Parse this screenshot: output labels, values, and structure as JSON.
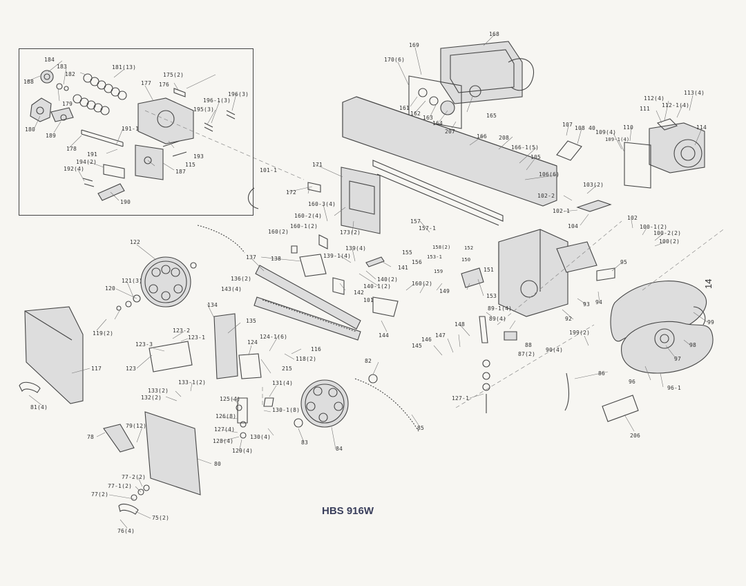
{
  "title": "HBS 916W",
  "page_number": "14",
  "parts": [
    {
      "id": "p184",
      "text": "184"
    },
    {
      "id": "p183",
      "text": "183"
    },
    {
      "id": "p182",
      "text": "182"
    },
    {
      "id": "p181",
      "text": "181(13)"
    },
    {
      "id": "p188",
      "text": "188"
    },
    {
      "id": "p179",
      "text": "179"
    },
    {
      "id": "p180",
      "text": "180"
    },
    {
      "id": "p189",
      "text": "189"
    },
    {
      "id": "p178",
      "text": "178"
    },
    {
      "id": "p177",
      "text": "177"
    },
    {
      "id": "p176",
      "text": "176"
    },
    {
      "id": "p175",
      "text": "175(2)"
    },
    {
      "id": "p196_1",
      "text": "196-1(3)"
    },
    {
      "id": "p196",
      "text": "196(3)"
    },
    {
      "id": "p195",
      "text": "195(3)"
    },
    {
      "id": "p191_1",
      "text": "191-1"
    },
    {
      "id": "p191",
      "text": "191"
    },
    {
      "id": "p193",
      "text": "193"
    },
    {
      "id": "p194",
      "text": "194(2)"
    },
    {
      "id": "p192",
      "text": "192(4)"
    },
    {
      "id": "p115",
      "text": "115"
    },
    {
      "id": "p187",
      "text": "187"
    },
    {
      "id": "p190",
      "text": "190"
    },
    {
      "id": "p168",
      "text": "168"
    },
    {
      "id": "p169",
      "text": "169"
    },
    {
      "id": "p170",
      "text": "170(6)"
    },
    {
      "id": "p161",
      "text": "161"
    },
    {
      "id": "p162",
      "text": "162"
    },
    {
      "id": "p163",
      "text": "163"
    },
    {
      "id": "p164",
      "text": "164"
    },
    {
      "id": "p165",
      "text": "165"
    },
    {
      "id": "p207",
      "text": "207"
    },
    {
      "id": "p166",
      "text": "166"
    },
    {
      "id": "p208",
      "text": "208"
    },
    {
      "id": "p166_1",
      "text": "166-1(5)"
    },
    {
      "id": "p105",
      "text": "105"
    },
    {
      "id": "p106",
      "text": "106(6)"
    },
    {
      "id": "p107",
      "text": "107"
    },
    {
      "id": "p108",
      "text": "108"
    },
    {
      "id": "p40",
      "text": "40"
    },
    {
      "id": "p109",
      "text": "109(4)"
    },
    {
      "id": "p109_1",
      "text": "109-1(4)"
    },
    {
      "id": "p110",
      "text": "110"
    },
    {
      "id": "p111",
      "text": "111"
    },
    {
      "id": "p112",
      "text": "112(4)"
    },
    {
      "id": "p112_1",
      "text": "112-1(4)"
    },
    {
      "id": "p113",
      "text": "113(4)"
    },
    {
      "id": "p114",
      "text": "114"
    },
    {
      "id": "p103",
      "text": "103(2)"
    },
    {
      "id": "p102_2",
      "text": "102-2"
    },
    {
      "id": "p102_1",
      "text": "102-1"
    },
    {
      "id": "p104",
      "text": "104"
    },
    {
      "id": "p102",
      "text": "102"
    },
    {
      "id": "p100_1",
      "text": "100-1(2)"
    },
    {
      "id": "p100_2",
      "text": "100-2(2)"
    },
    {
      "id": "p100",
      "text": "100(2)"
    },
    {
      "id": "p101_1",
      "text": "101-1"
    },
    {
      "id": "p171",
      "text": "171"
    },
    {
      "id": "p172",
      "text": "172"
    },
    {
      "id": "p160_3",
      "text": "160-3(4)"
    },
    {
      "id": "p160_2",
      "text": "160-2(4)"
    },
    {
      "id": "p160_1",
      "text": "160-1(2)"
    },
    {
      "id": "p160",
      "text": "160(2)"
    },
    {
      "id": "p173",
      "text": "173(2)"
    },
    {
      "id": "p157",
      "text": "157"
    },
    {
      "id": "p157_1",
      "text": "157-1"
    },
    {
      "id": "p158",
      "text": "158(2)"
    },
    {
      "id": "p152",
      "text": "152"
    },
    {
      "id": "p155",
      "text": "155"
    },
    {
      "id": "p156",
      "text": "156"
    },
    {
      "id": "p153_1",
      "text": "153-1"
    },
    {
      "id": "p150",
      "text": "150"
    },
    {
      "id": "p159",
      "text": "159"
    },
    {
      "id": "p151",
      "text": "151"
    },
    {
      "id": "p149",
      "text": "149"
    },
    {
      "id": "p153",
      "text": "153"
    },
    {
      "id": "p89_1",
      "text": "89-1(4)"
    },
    {
      "id": "p89",
      "text": "89(4)"
    },
    {
      "id": "p92",
      "text": "92"
    },
    {
      "id": "p93",
      "text": "93"
    },
    {
      "id": "p94",
      "text": "94"
    },
    {
      "id": "p95",
      "text": "95"
    },
    {
      "id": "p99",
      "text": "99"
    },
    {
      "id": "p98",
      "text": "98"
    },
    {
      "id": "p97",
      "text": "97"
    },
    {
      "id": "p96",
      "text": "96"
    },
    {
      "id": "p96_1",
      "text": "96-1"
    },
    {
      "id": "p199",
      "text": "199(2)"
    },
    {
      "id": "p86",
      "text": "86"
    },
    {
      "id": "p206",
      "text": "206"
    },
    {
      "id": "p88",
      "text": "88"
    },
    {
      "id": "p87",
      "text": "87(2)"
    },
    {
      "id": "p90",
      "text": "90(4)"
    },
    {
      "id": "p148",
      "text": "148"
    },
    {
      "id": "p147",
      "text": "147"
    },
    {
      "id": "p146",
      "text": "146"
    },
    {
      "id": "p145",
      "text": "145"
    },
    {
      "id": "p127_1",
      "text": "127-1"
    },
    {
      "id": "p144",
      "text": "144"
    },
    {
      "id": "p122",
      "text": "122"
    },
    {
      "id": "p121",
      "text": "121(3)"
    },
    {
      "id": "p120",
      "text": "120"
    },
    {
      "id": "p119",
      "text": "119(2)"
    },
    {
      "id": "p117",
      "text": "117"
    },
    {
      "id": "p81",
      "text": "81(4)"
    },
    {
      "id": "p137",
      "text": "137"
    },
    {
      "id": "p138",
      "text": "138"
    },
    {
      "id": "p139",
      "text": "139(4)"
    },
    {
      "id": "p139_1",
      "text": "139-1(4)"
    },
    {
      "id": "p141",
      "text": "141"
    },
    {
      "id": "p140",
      "text": "140(2)"
    },
    {
      "id": "p140_1",
      "text": "140-1(2)"
    },
    {
      "id": "p160b",
      "text": "160(2)"
    },
    {
      "id": "p136",
      "text": "136(2)"
    },
    {
      "id": "p143",
      "text": "143(4)"
    },
    {
      "id": "p142",
      "text": "142"
    },
    {
      "id": "p101",
      "text": "101"
    },
    {
      "id": "p134",
      "text": "134"
    },
    {
      "id": "p135",
      "text": "135"
    },
    {
      "id": "p123_2",
      "text": "123-2"
    },
    {
      "id": "p123_1",
      "text": "123-1"
    },
    {
      "id": "p123_3",
      "text": "123-3"
    },
    {
      "id": "p123",
      "text": "123"
    },
    {
      "id": "p124_1",
      "text": "124-1(6)"
    },
    {
      "id": "p116",
      "text": "116"
    },
    {
      "id": "p124",
      "text": "124"
    },
    {
      "id": "p118",
      "text": "118(2)"
    },
    {
      "id": "p215",
      "text": "215"
    },
    {
      "id": "p133_1",
      "text": "133-1(2)"
    },
    {
      "id": "p133",
      "text": "133(2)"
    },
    {
      "id": "p132",
      "text": "132(2)"
    },
    {
      "id": "p125",
      "text": "125(4)"
    },
    {
      "id": "p131",
      "text": "131(4)"
    },
    {
      "id": "p130_1",
      "text": "130-1(8)"
    },
    {
      "id": "p126",
      "text": "126(8)"
    },
    {
      "id": "p127",
      "text": "127(4)"
    },
    {
      "id": "p128",
      "text": "128(4)"
    },
    {
      "id": "p130",
      "text": "130(4)"
    },
    {
      "id": "p129",
      "text": "129(4)"
    },
    {
      "id": "p82",
      "text": "82"
    },
    {
      "id": "p83",
      "text": "83"
    },
    {
      "id": "p84",
      "text": "84"
    },
    {
      "id": "p85",
      "text": "85"
    },
    {
      "id": "p78",
      "text": "78"
    },
    {
      "id": "p79",
      "text": "79(12)"
    },
    {
      "id": "p80",
      "text": "80"
    },
    {
      "id": "p77_2",
      "text": "77-2(2)"
    },
    {
      "id": "p77_1",
      "text": "77-1(2)"
    },
    {
      "id": "p77",
      "text": "77(2)"
    },
    {
      "id": "p75",
      "text": "75(2)"
    },
    {
      "id": "p76",
      "text": "76(4)"
    }
  ]
}
